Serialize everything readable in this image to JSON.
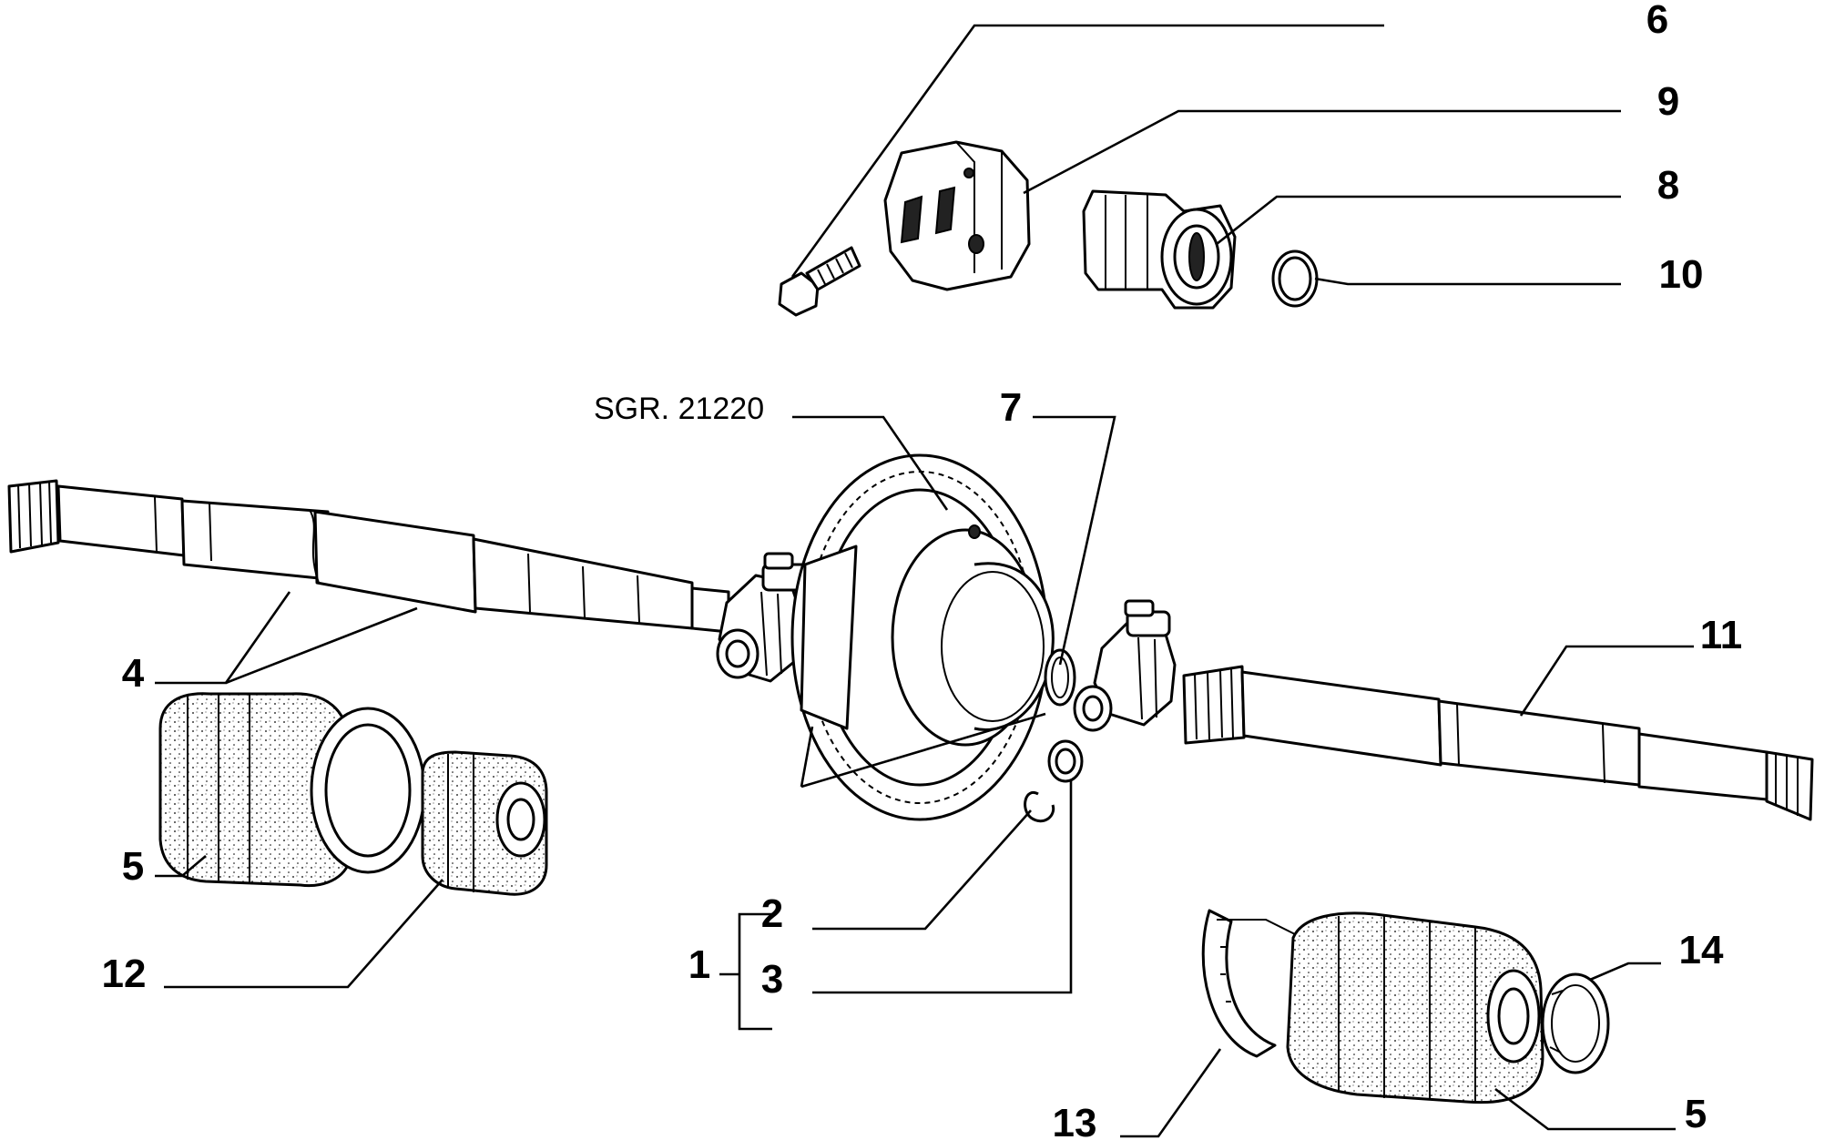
{
  "reference_label": "SGR. 21220",
  "callouts": {
    "c1": "1",
    "c2": "2",
    "c3": "3",
    "c4": "4",
    "c5_left": "5",
    "c5_right": "5",
    "c6": "6",
    "c7": "7",
    "c8": "8",
    "c9": "9",
    "c10": "10",
    "c11": "11",
    "c12": "12",
    "c13": "13",
    "c14": "14"
  }
}
